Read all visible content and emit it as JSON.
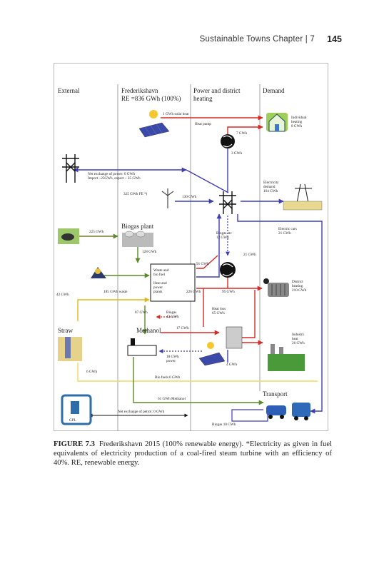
{
  "header": {
    "running_head": "Sustainable Towns  Chapter | 7",
    "page_number": "145"
  },
  "figure": {
    "columns": {
      "external": "External",
      "frederikshavn_line1": "Frederikshavn",
      "frederikshavn_line2": "RE =836 GWh (100%)",
      "power_line1": "Power and district",
      "power_line2": "heating",
      "demand": "Demand"
    },
    "sections": {
      "biogas_plant": "Biogas plant",
      "straw": "Straw",
      "methanol": "Methanol",
      "transport": "Transport"
    },
    "labels": {
      "solar_heat": "1 GWh solar heat",
      "heat_pump": "Heat pump",
      "hp_7": "7 GWh",
      "hp_3": "3 GWh",
      "individual_1": "Individual",
      "individual_2": "heating",
      "individual_3": "8 GWh",
      "net_exchange_1": "Net exchange of power: 0 GWh",
      "net_exchange_2": "Import ~25GWh, export ~ 25 GWh",
      "electricity_1": "Electricity",
      "electricity_2": "demand",
      "electricity_3": "164 GWh",
      "wind": "325 GWh FE *)",
      "w130": "130 GWh",
      "w225": "225 GWh",
      "biogas_etc_1": "Biogas etc",
      "biogas_etc_2": "12 GWh",
      "electric_cars_1": "Electric cars",
      "electric_cars_2": "21 GWh",
      "w128": "128 GWh",
      "w21": "21 GWh",
      "w91": "91 GWh",
      "box_1": "Waste and",
      "box_2": "bio fuel",
      "box_3": "Heat and",
      "box_4": "power",
      "box_5": "plants",
      "w42a": "42 GWh",
      "w185": "185 GWh waste",
      "w226": "226 GWh",
      "w95": "95 GWh",
      "district_1": "District",
      "district_2": "heating",
      "district_3": "210 GWh",
      "heat_loss_1": "Heat loss",
      "heat_loss_2": "65 GWh",
      "w87": "87 GWh",
      "biogas42_1": "Biogas",
      "biogas42_2": "42 GWh",
      "w17": "17 GWh",
      "industry_1": "Industry",
      "industry_2": "heat",
      "industry_3": "26 GWh",
      "w18_1": "18 GWh",
      "w18_2": "power",
      "w4": "4 GWh",
      "w6": "6 GWh",
      "bio_fuels": "Bio fuels 6 GWh",
      "methanol61": "61 GWh Methanol",
      "petrol_exchange": "Net exchange of petrol: 0 GWh",
      "biogas10": "Biogas 10 GWh",
      "gpl": "GPL"
    },
    "colors": {
      "red": "#d62a26",
      "blue": "#3e3eb4",
      "green": "#5a8a2a",
      "yellow": "#f0c82a",
      "black": "#111111",
      "gray": "#888888"
    }
  },
  "caption": {
    "label": "FIGURE 7.3",
    "text": "Frederikshavn 2015 (100% renewable energy). *Electricity as given in fuel equivalents of electricity production of a coal-fired steam turbine with an efficiency of 40%. RE, renewable energy."
  }
}
